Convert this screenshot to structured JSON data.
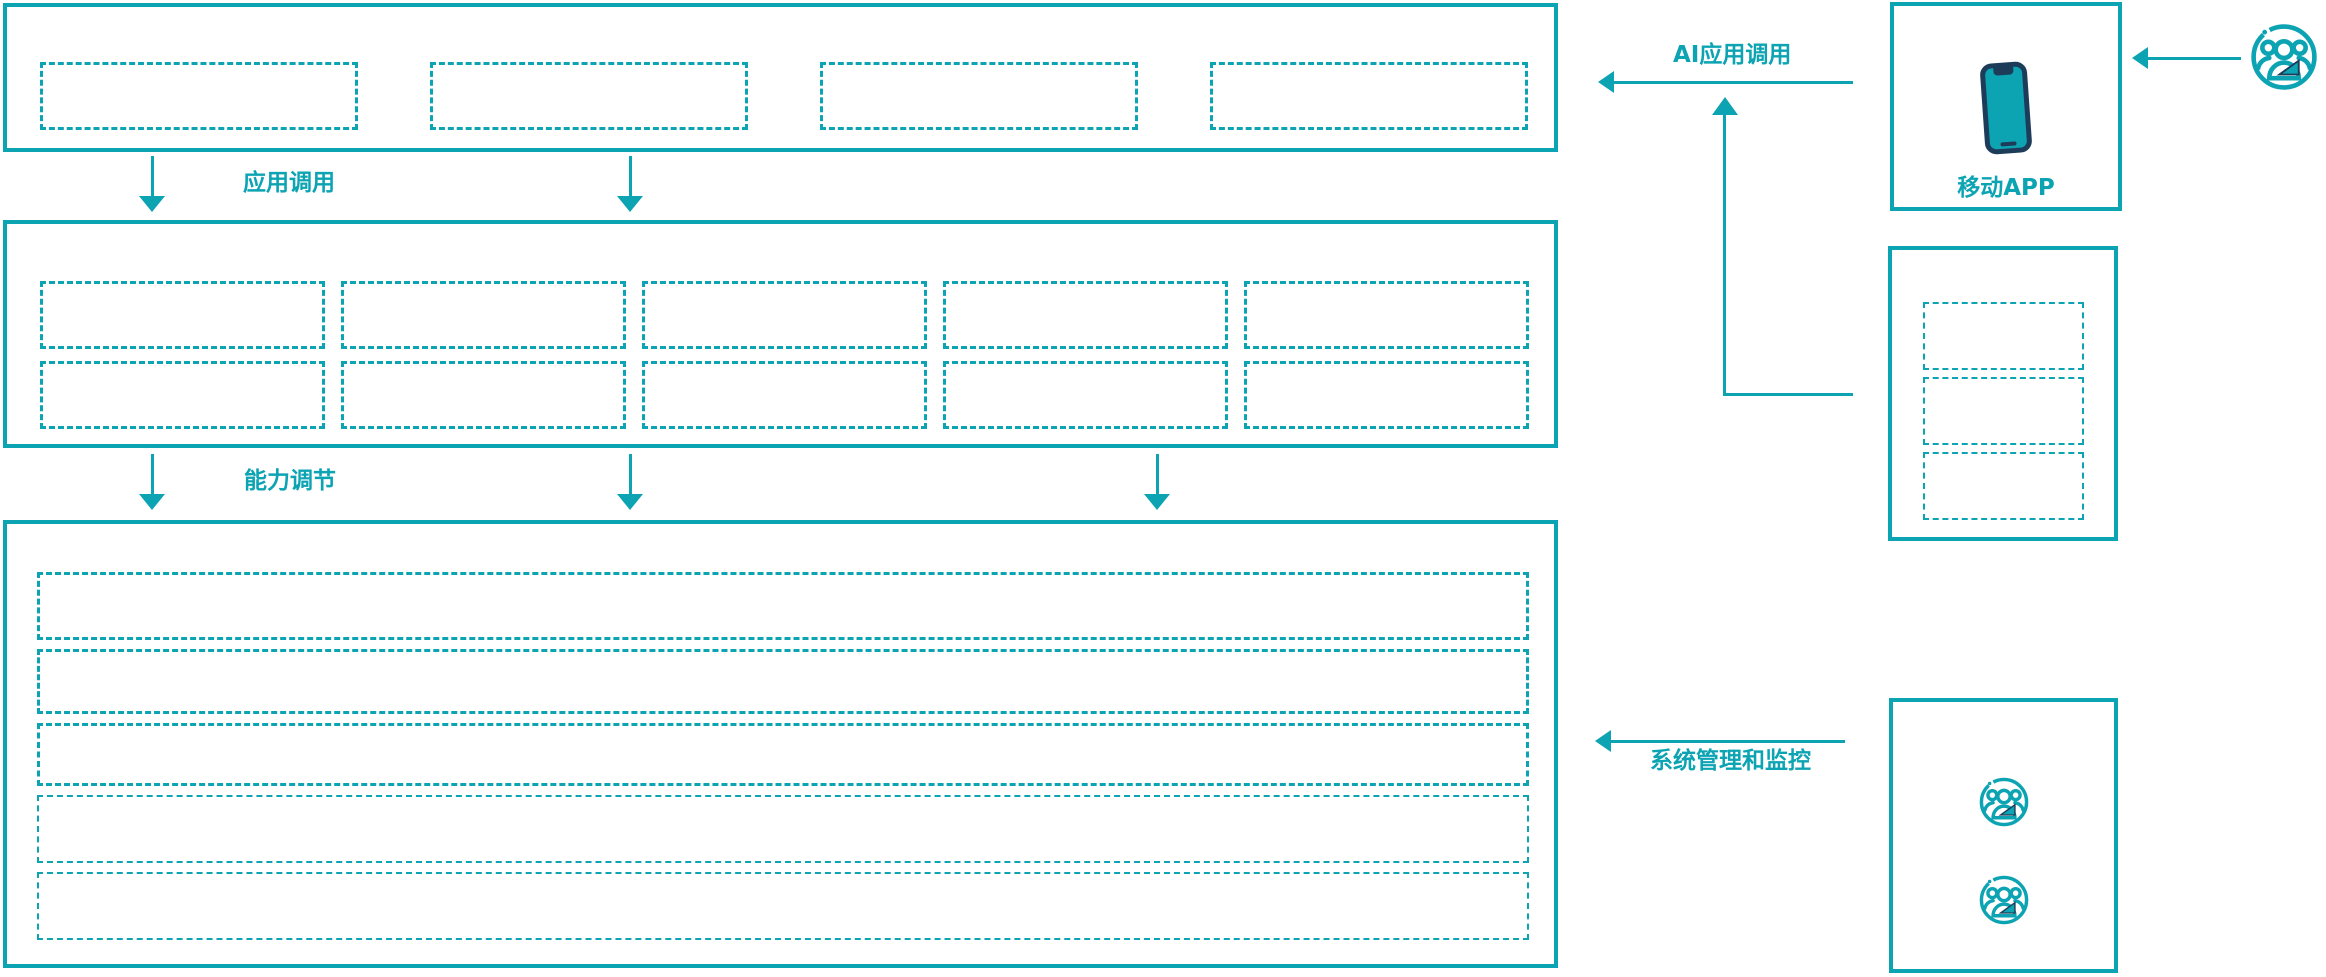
{
  "colors": {
    "teal": "#0ca3b3",
    "navy": "#1d3c59"
  },
  "diagram": {
    "layers": {
      "application_layer": {
        "placeholder_count": 4
      },
      "capability_layer": {
        "rows": 2,
        "cols": 5,
        "placeholder_count": 10
      },
      "resource_layer": {
        "row_count": 5
      }
    },
    "edge_labels": {
      "app_call": "应用调用",
      "capability_adjust": "能力调节",
      "ai_app_call": "AI应用调用",
      "system_monitor": "系统管理和监控"
    },
    "right_panel": {
      "mobile_app": {
        "label": "移动APP",
        "icon": "smartphone-icon"
      },
      "middle_stack": {
        "placeholder_count": 3
      },
      "admin_box": {
        "icon": "users-icon",
        "icon_count": 2
      },
      "end_user": {
        "icon": "users-icon"
      }
    }
  }
}
